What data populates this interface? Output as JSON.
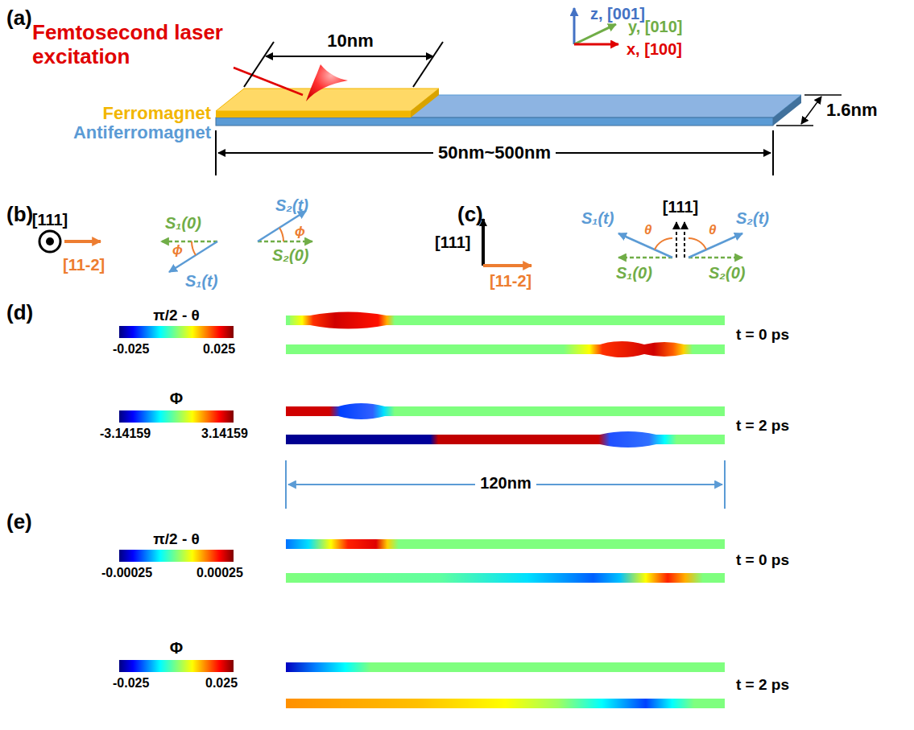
{
  "diagram": {
    "labels": [
      "(a)",
      "Femtosecond laser excitation",
      "Ferromagnet",
      "Antiferromagnet",
      "10nm",
      "z, [001]",
      "y, [010]",
      "x, [100]",
      "1.6nm",
      "50nm~500nm",
      "(b)",
      "[111]",
      "[11-2]",
      "S₁(0)",
      "S₂(t)",
      "ϕ",
      "S₁(t)",
      "ϕ",
      "S₂(0)",
      "(c)",
      "[111]",
      "[11-2]",
      "[111]",
      "S₁(t)",
      "θ",
      "θ",
      "S₂(t)",
      "S₁(0)",
      "S₂(0)",
      "(d)",
      "π/2 - θ",
      "-0.025",
      "0.025",
      "t = 0 ps",
      "Φ",
      "-3.14159",
      "3.14159",
      "t = 2 ps",
      "120nm",
      "(e)",
      "π/2 - θ",
      "-0.00025",
      "0.00025",
      "t = 0 ps",
      "Φ",
      "-0.025",
      "0.025",
      "t = 2 ps"
    ]
  }
}
